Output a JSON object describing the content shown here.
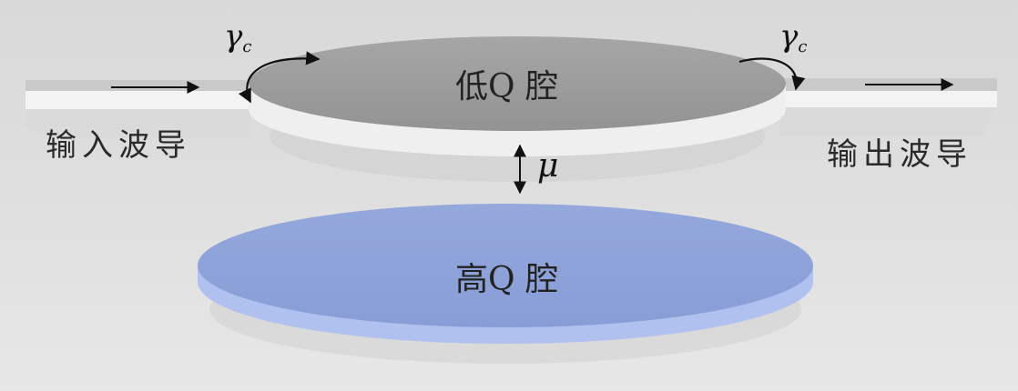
{
  "labels": {
    "input_waveguide": "输入波导",
    "output_waveguide": "输出波导",
    "low_q_cavity": "低Q 腔",
    "high_q_cavity": "高Q 腔",
    "coupling_left_symbol": "γ",
    "coupling_left_sub": "c",
    "coupling_right_symbol": "γ",
    "coupling_right_sub": "c",
    "cavity_coupling_symbol": "μ"
  },
  "colors": {
    "background": "#dcdcdc",
    "low_q_cavity_top": "#9e9e9e",
    "low_q_cavity_edge": "#ececec",
    "high_q_cavity_top": "#8fa4d9",
    "high_q_cavity_edge": "#aebfee",
    "waveguide_top": "#d3d3d3",
    "waveguide_side": "#f4f4f4",
    "arrow": "#111111"
  }
}
